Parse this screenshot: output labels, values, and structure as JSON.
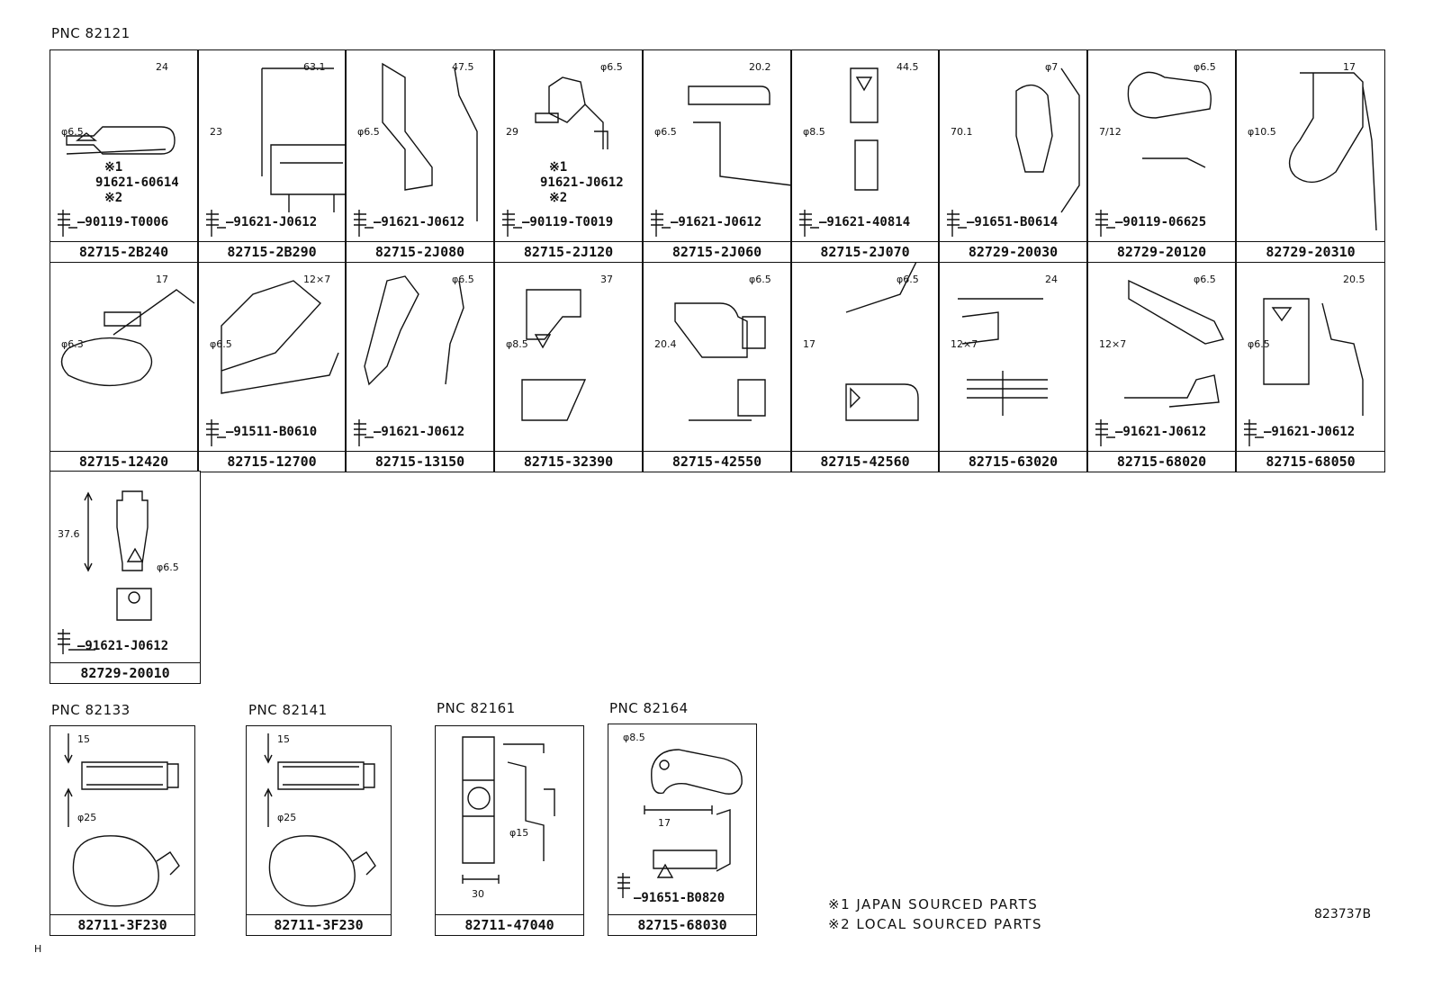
{
  "pnc_labels": {
    "main": "PNC 82121",
    "g2": "PNC 82133",
    "g3": "PNC 82141",
    "g4": "PNC 82161",
    "g5": "PNC 82164"
  },
  "row1": [
    {
      "part": "82715-2B240",
      "dims": [
        "24",
        "φ6.5"
      ],
      "notes": [
        "※1",
        "91621-60614",
        "※2"
      ],
      "bolt": "90119-T0006"
    },
    {
      "part": "82715-2B290",
      "dims": [
        "63.1",
        "23"
      ],
      "bolt": "91621-J0612"
    },
    {
      "part": "82715-2J080",
      "dims": [
        "47.5",
        "φ6.5"
      ],
      "bolt": "91621-J0612"
    },
    {
      "part": "82715-2J120",
      "dims": [
        "φ6.5",
        "29"
      ],
      "notes": [
        "※1",
        "91621-J0612",
        "※2"
      ],
      "bolt": "90119-T0019"
    },
    {
      "part": "82715-2J060",
      "dims": [
        "20.2",
        "φ6.5"
      ],
      "bolt": "91621-J0612"
    },
    {
      "part": "82715-2J070",
      "dims": [
        "44.5",
        "φ8.5"
      ],
      "bolt": "91621-40814"
    },
    {
      "part": "82729-20030",
      "dims": [
        "φ7",
        "70.1"
      ],
      "bolt": "91651-B0614"
    },
    {
      "part": "82729-20120",
      "dims": [
        "φ6.5",
        "7/12"
      ],
      "bolt": "90119-06625"
    },
    {
      "part": "82729-20310",
      "dims": [
        "17",
        "φ10.5"
      ]
    }
  ],
  "row2": [
    {
      "part": "82715-12420",
      "dims": [
        "17",
        "φ6.3"
      ]
    },
    {
      "part": "82715-12700",
      "dims": [
        "12×7",
        "φ6.5"
      ],
      "bolt": "91511-B0610"
    },
    {
      "part": "82715-13150",
      "dims": [
        "φ6.5"
      ],
      "bolt": "91621-J0612"
    },
    {
      "part": "82715-32390",
      "dims": [
        "37",
        "φ8.5"
      ]
    },
    {
      "part": "82715-42550",
      "dims": [
        "φ6.5",
        "20.4"
      ]
    },
    {
      "part": "82715-42560",
      "dims": [
        "φ6.5",
        "17"
      ]
    },
    {
      "part": "82715-63020",
      "dims": [
        "24",
        "12×7"
      ]
    },
    {
      "part": "82715-68020",
      "dims": [
        "φ6.5",
        "12×7"
      ],
      "bolt": "91621-J0612"
    },
    {
      "part": "82715-68050",
      "dims": [
        "20.5",
        "φ6.5"
      ],
      "bolt": "91621-J0612"
    }
  ],
  "row3": [
    {
      "part": "82729-20010",
      "dims": [
        "37.6",
        "φ6.5"
      ],
      "bolt": "91621-J0612"
    }
  ],
  "bottom": [
    {
      "part": "82711-3F230",
      "dims": [
        "15",
        "φ25"
      ]
    },
    {
      "part": "82711-3F230",
      "dims": [
        "15",
        "φ25"
      ]
    },
    {
      "part": "82711-47040",
      "dims": [
        "φ15",
        "30"
      ]
    },
    {
      "part": "82715-68030",
      "dims": [
        "φ8.5",
        "17"
      ],
      "bolt": "91651-B0820"
    }
  ],
  "legend": {
    "l1": "※1 JAPAN SOURCED PARTS",
    "l2": "※2 LOCAL SOURCED PARTS"
  },
  "drawing_code": "823737B",
  "corner_mark": "H"
}
